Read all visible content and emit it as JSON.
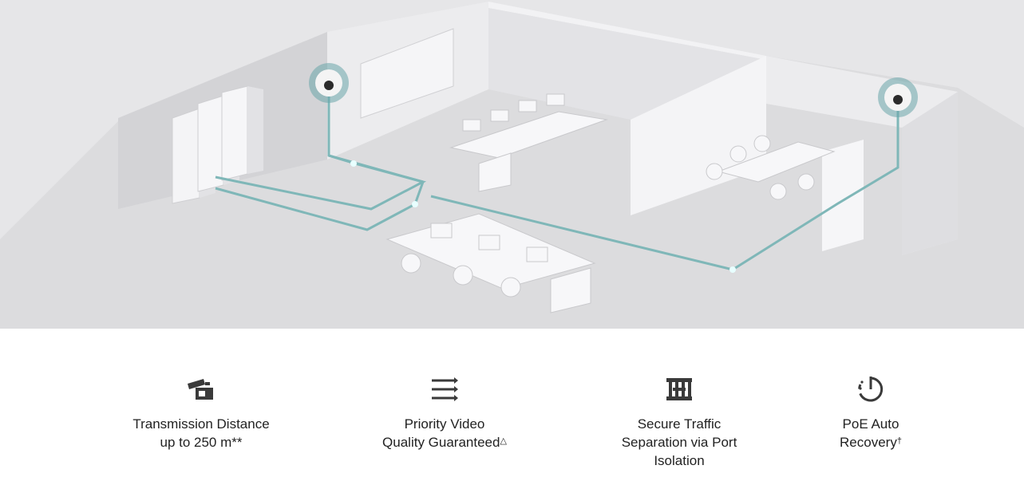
{
  "features": [
    {
      "icon": "camera-extend-icon",
      "line1": "Transmission Distance",
      "line2": "up to 250 m**",
      "line3": "",
      "sup": ""
    },
    {
      "icon": "priority-arrows-icon",
      "line1": "Priority Video",
      "line2": "Quality Guaranteed",
      "line3": "",
      "sup": "△"
    },
    {
      "icon": "port-isolation-icon",
      "line1": "Secure Traffic",
      "line2": "Separation via Port",
      "line3": "Isolation",
      "sup": ""
    },
    {
      "icon": "power-recovery-icon",
      "line1": "PoE Auto",
      "line2": "Recovery",
      "line3": "",
      "sup": "†"
    }
  ],
  "colors": {
    "cable": "#7fb7b8",
    "camera_ring": "#6aa6a9",
    "icon": "#3a3a3a"
  }
}
